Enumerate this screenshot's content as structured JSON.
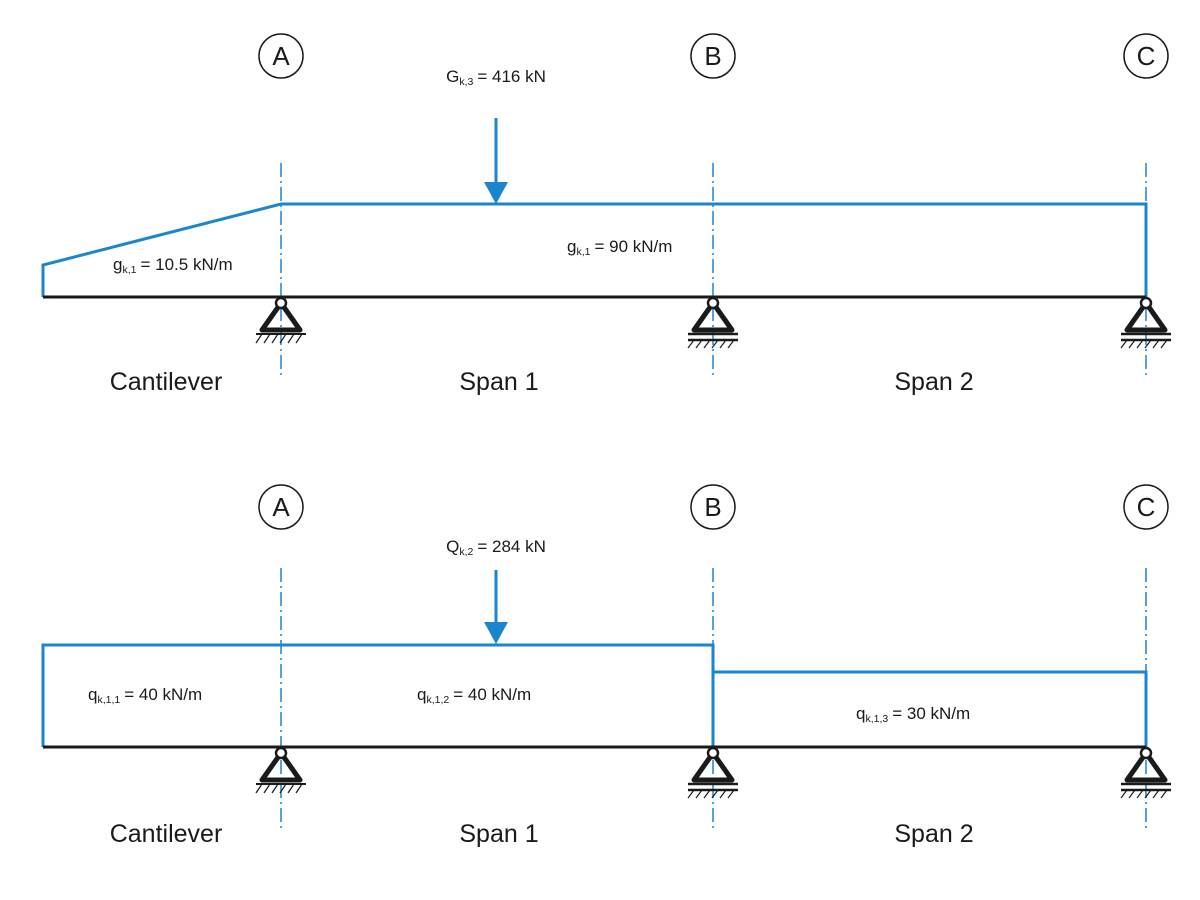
{
  "axes": [
    "A",
    "B",
    "C"
  ],
  "span_labels": [
    "Cantilever",
    "Span 1",
    "Span 2"
  ],
  "colors": {
    "load": "#1a86d0",
    "beam": "#1a1a1a"
  },
  "permanent": {
    "point_load": {
      "symbol": "G",
      "sub": "k,3",
      "value": "= 416 kN"
    },
    "udl_cantilever": {
      "symbol": "g",
      "sub": "k,1",
      "value": "= 10.5 kN/m"
    },
    "udl_spans": {
      "symbol": "g",
      "sub": "k,1",
      "value": "= 90 kN/m"
    }
  },
  "variable": {
    "point_load": {
      "symbol": "Q",
      "sub": "k,2",
      "value": "= 284 kN"
    },
    "udl_cantilever": {
      "symbol": "q",
      "sub": "k,1,1",
      "value": "= 40 kN/m"
    },
    "udl_span1": {
      "symbol": "q",
      "sub": "k,1,2",
      "value": "= 40 kN/m"
    },
    "udl_span2": {
      "symbol": "q",
      "sub": "k,1,3",
      "value": "= 30 kN/m"
    }
  }
}
